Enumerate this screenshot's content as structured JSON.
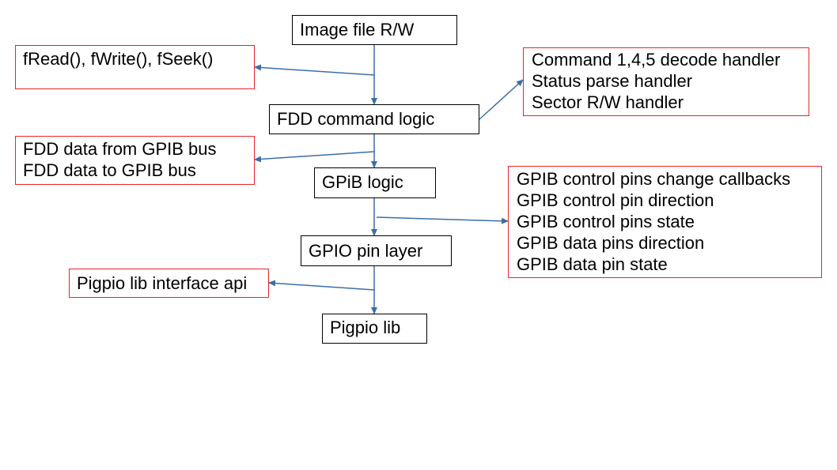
{
  "colors": {
    "layer_border": "#000000",
    "note_border": "#e8252a",
    "arrow": "#3b6ea8"
  },
  "layers": {
    "image_file": {
      "label": "Image file R/W"
    },
    "fdd_command": {
      "label": "FDD command logic"
    },
    "gpib_logic": {
      "label": "GPiB  logic"
    },
    "gpio_pin": {
      "label": "GPIO pin layer"
    },
    "pigpio": {
      "label": "Pigpio lib"
    }
  },
  "notes": {
    "file_ops": {
      "lines": [
        "fRead(), fWrite(), fSeek()"
      ]
    },
    "command_handlers": {
      "lines": [
        "Command 1,4,5 decode handler",
        "Status parse handler",
        "Sector R/W handler"
      ]
    },
    "fdd_data": {
      "lines": [
        "FDD data from GPIB bus",
        "FDD data to GPIB bus"
      ]
    },
    "gpib_pins": {
      "lines": [
        "GPIB control pins change callbacks",
        "GPIB control pin direction",
        "GPIB control pins state",
        "GPIB data pins direction",
        "GPIB data pin state"
      ]
    },
    "pigpio_api": {
      "lines": [
        "Pigpio lib interface api"
      ]
    }
  }
}
